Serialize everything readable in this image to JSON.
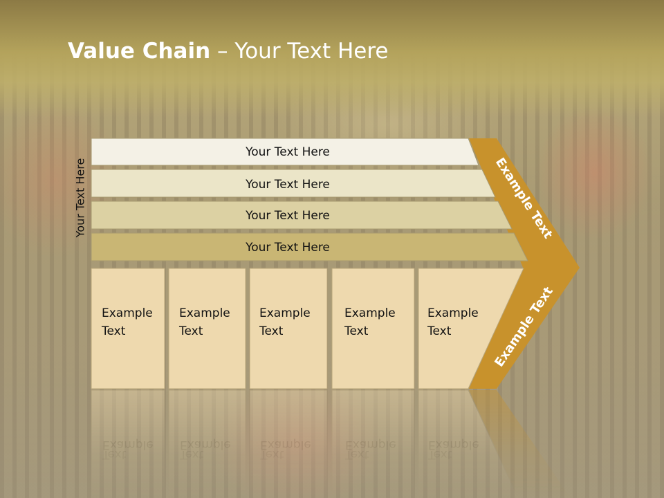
{
  "slide": {
    "title_bold": "Value Chain",
    "title_rest": " – Your Text Here",
    "side_label": "Your Text Here"
  },
  "bars": [
    {
      "label": "Your Text Here"
    },
    {
      "label": "Your Text Here"
    },
    {
      "label": "Your Text Here"
    },
    {
      "label": "Your Text Here"
    }
  ],
  "columns": [
    {
      "line1": "Example",
      "line2": "Text"
    },
    {
      "line1": "Example",
      "line2": "Text"
    },
    {
      "line1": "Example",
      "line2": "Text"
    },
    {
      "line1": "Example",
      "line2": "Text"
    },
    {
      "line1": "Example",
      "line2": "Text"
    }
  ],
  "arrow": {
    "upper_label": "Example Text",
    "lower_label": "Example Text"
  },
  "colors": {
    "arrow": "#c8922c",
    "bar_1": "#f4f1e6",
    "bar_2": "#ebe5c8",
    "bar_3": "#dcd1a3",
    "bar_4": "#c9b674",
    "column": "#eed9ae"
  }
}
